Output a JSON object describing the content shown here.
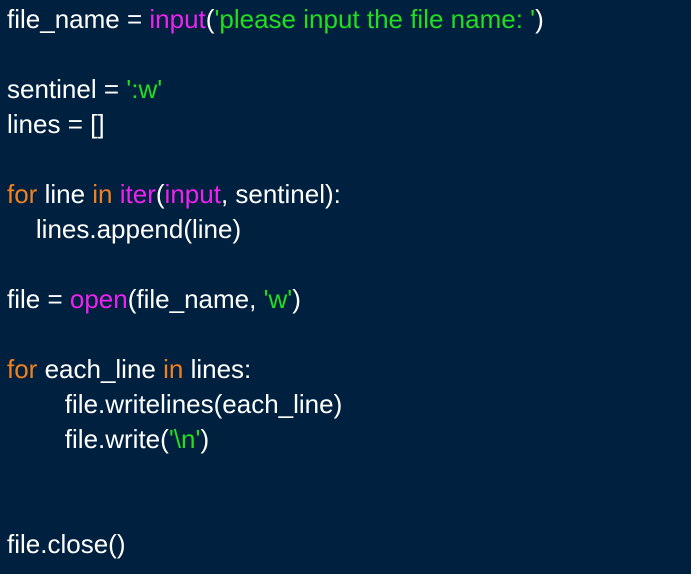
{
  "colors": {
    "background": "#00203f",
    "plain": "#ffffff",
    "keyword": "#f08020",
    "builtin": "#ee22ee",
    "string": "#22dd22"
  },
  "code": {
    "lines": [
      [
        {
          "t": "file_name = ",
          "k": "plain"
        },
        {
          "t": "input",
          "k": "builtin"
        },
        {
          "t": "(",
          "k": "plain"
        },
        {
          "t": "'please input the file name: '",
          "k": "string"
        },
        {
          "t": ")",
          "k": "plain"
        }
      ],
      [],
      [
        {
          "t": "sentinel = ",
          "k": "plain"
        },
        {
          "t": "':w'",
          "k": "string"
        }
      ],
      [
        {
          "t": "lines = []",
          "k": "plain"
        }
      ],
      [],
      [
        {
          "t": "for",
          "k": "keyword"
        },
        {
          "t": " line ",
          "k": "plain"
        },
        {
          "t": "in",
          "k": "keyword"
        },
        {
          "t": " ",
          "k": "plain"
        },
        {
          "t": "iter",
          "k": "builtin"
        },
        {
          "t": "(",
          "k": "plain"
        },
        {
          "t": "input",
          "k": "builtin"
        },
        {
          "t": ", sentinel):",
          "k": "plain"
        }
      ],
      [
        {
          "t": "    lines.append(line)",
          "k": "plain"
        }
      ],
      [],
      [
        {
          "t": "file = ",
          "k": "plain"
        },
        {
          "t": "open",
          "k": "builtin"
        },
        {
          "t": "(file_name, ",
          "k": "plain"
        },
        {
          "t": "'w'",
          "k": "string"
        },
        {
          "t": ")",
          "k": "plain"
        }
      ],
      [],
      [
        {
          "t": "for",
          "k": "keyword"
        },
        {
          "t": " each_line ",
          "k": "plain"
        },
        {
          "t": "in",
          "k": "keyword"
        },
        {
          "t": " lines:",
          "k": "plain"
        }
      ],
      [
        {
          "t": "        file.writelines(each_line)",
          "k": "plain"
        }
      ],
      [
        {
          "t": "        file.write(",
          "k": "plain"
        },
        {
          "t": "'\\n'",
          "k": "string"
        },
        {
          "t": ")",
          "k": "plain"
        }
      ],
      [],
      [],
      [
        {
          "t": "file.close()",
          "k": "plain"
        }
      ]
    ]
  }
}
